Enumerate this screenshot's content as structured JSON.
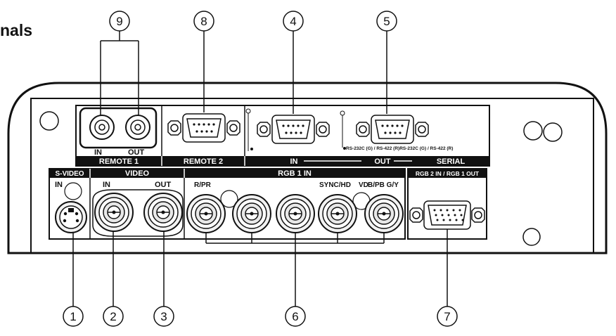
{
  "heading": "nals",
  "callouts": {
    "c1": "1",
    "c2": "2",
    "c3": "3",
    "c4": "4",
    "c5": "5",
    "c6": "6",
    "c7": "7",
    "c8": "8",
    "c9": "9"
  },
  "labels": {
    "in": "IN",
    "out": "OUT",
    "remote1": "REMOTE 1",
    "remote2": "REMOTE 2",
    "serial": "SERIAL",
    "serial_modes": "RS-232C (G) / RS-422 (R)RS-232C (G) / RS-422 (R)",
    "svideo": "S-VIDEO",
    "video": "VIDEO",
    "rgb1in": "RGB 1 IN",
    "rgb2in_rgb1out": "RGB 2 IN / RGB 1 OUT",
    "r_pr": "R/PR",
    "sync_hd": "SYNC/HD",
    "vd": "VD",
    "b_pb_g_y": "B/PB G/Y"
  }
}
